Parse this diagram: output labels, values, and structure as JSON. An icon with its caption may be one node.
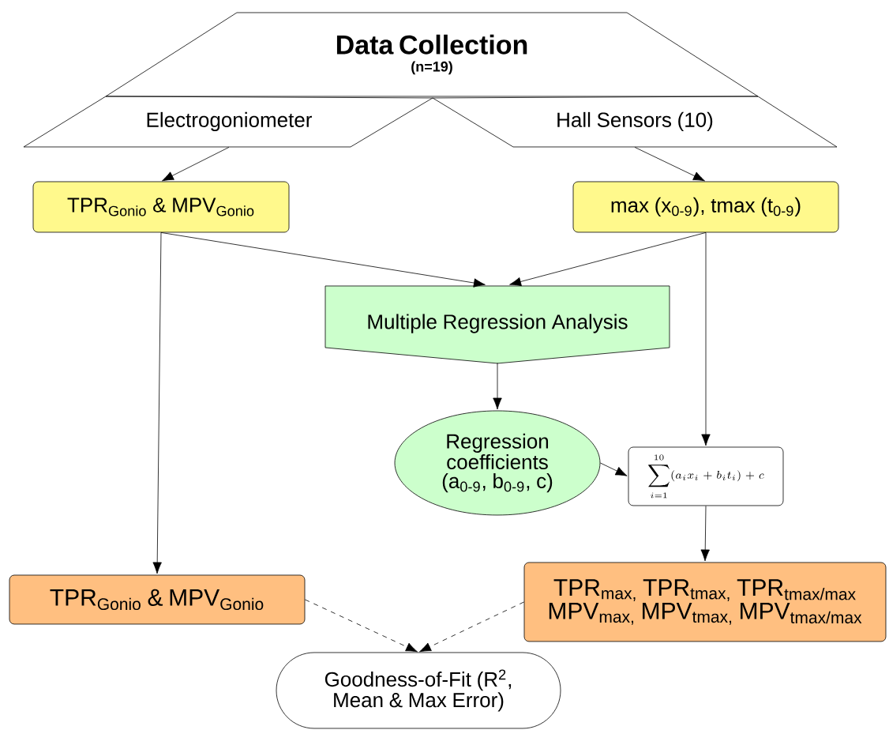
{
  "diagram": {
    "nodes": [
      {
        "text": [
          "Data Collection",
          "(n=19)"
        ]
      },
      {
        "text": [
          "Electrogoniometer"
        ]
      },
      {
        "text": [
          "Hall Sensors (10)"
        ]
      },
      {
        "text": [
          "TPR$_{Gonio}$ & MPV$_{Gonio}$"
        ]
      },
      {
        "text": [
          "max (x$_{0-9}$), tmax (t$_{0-9}$)"
        ]
      },
      {
        "text": [
          "Multiple Regression Analysis"
        ]
      },
      {
        "text": [
          "Regression coefficients (a$_{0-9}$, b$_{0-9}$, c)"
        ]
      },
      {
        "text": [
          "\\sum_{i=1}^{10}(a_i x_i + b_i t_i) + c"
        ]
      },
      {
        "text": [
          "TPR$_{Gonio}$ & MPV$_{Gonio}$"
        ]
      },
      {
        "text": [
          "TPR$_{max,}$ TPR$_{tmax,}$ TPR$_{tmax/max}$ MPV$_{max,}$ MPV$_{tmax,}$ MPV$_{tmax/max}$"
        ]
      },
      {
        "text": [
          "Goodness-of-Fit (R$^{2}$, Mean & Max Error)"
        ]
      }
    ],
    "edges": [
      {
        "from": 1,
        "to": 3,
        "arrow": "to"
      },
      {
        "from": 2,
        "to": 4,
        "arrow": "to"
      },
      {
        "from": 3,
        "to": 5,
        "arrow": "to"
      },
      {
        "from": 4,
        "to": 5,
        "arrow": "to"
      },
      {
        "from": 5,
        "to": 6,
        "arrow": "to"
      },
      {
        "from": 4,
        "to": 7,
        "arrow": "to"
      },
      {
        "from": 6,
        "to": 7,
        "arrow": "to"
      },
      {
        "from": 3,
        "to": 8,
        "arrow": "to"
      },
      {
        "from": 7,
        "to": 9,
        "arrow": "to"
      },
      {
        "from": 8,
        "to": 10,
        "arrow": "to",
        "style": "dashed"
      },
      {
        "from": 9,
        "to": 10,
        "arrow": "to",
        "style": "dashed"
      }
    ]
  }
}
